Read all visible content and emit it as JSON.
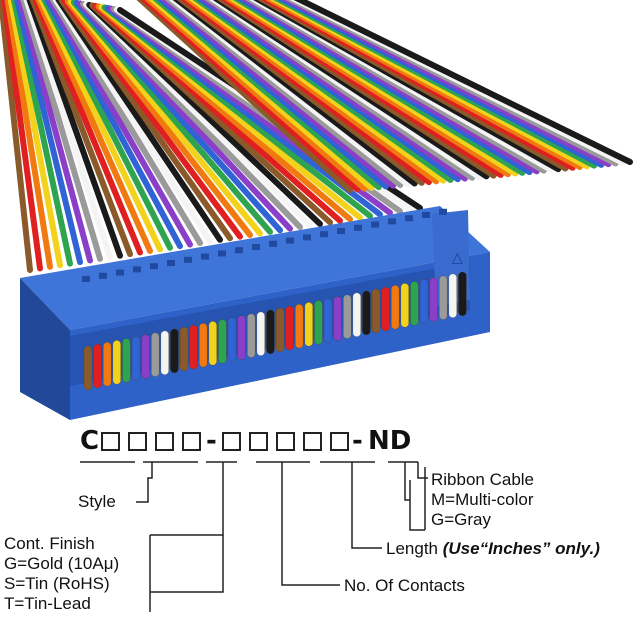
{
  "part_number": {
    "prefix": "C",
    "dash1": "-",
    "dash2": "-",
    "suffix": "ND"
  },
  "legend": {
    "style": "Style",
    "finish_title": "Cont. Finish",
    "finish_options": [
      "G=Gold (10Aμ)",
      "S=Tin (RoHS)",
      "T=Tin-Lead"
    ],
    "contacts": "No. Of Contacts",
    "length_label": "Length",
    "length_note": "(Use“Inches” only.)",
    "cable_title": "Ribbon Cable",
    "cable_options": [
      "M=Multi-color",
      "G=Gray"
    ]
  },
  "wire_colors": [
    "#8a5a2b",
    "#e02020",
    "#f07a10",
    "#f2d21a",
    "#2ea44f",
    "#2f63d6",
    "#8b3fc9",
    "#9a9a9a",
    "#f4f4f4",
    "#1a1a1a"
  ],
  "connector_color": "#2f62c8"
}
